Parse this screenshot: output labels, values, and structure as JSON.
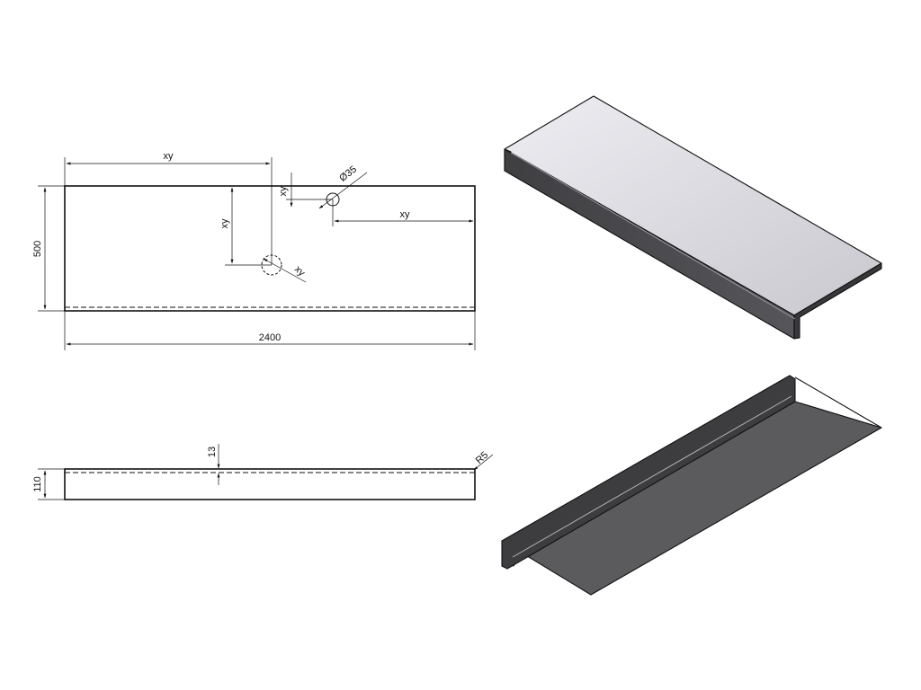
{
  "drawing": {
    "top_view": {
      "width_label": "2400",
      "depth_label": "500",
      "hole1_x_label": "xy",
      "hole1_y_label": "xy",
      "hole1_diameter_label": "xy",
      "hole2_y_label": "xy",
      "hole2_x_label": "xy",
      "hole2_diameter_label": "Ø35"
    },
    "front_view": {
      "height_label": "110",
      "thickness_label": "13",
      "radius_label": "R5"
    }
  },
  "colors": {
    "line": "#111111",
    "iso_top_face_light": "#e6e6ec",
    "iso_top_face_dark": "#c9c9cf",
    "iso_front_face": "#4b4b4f",
    "iso_side_face": "#5e5e62",
    "iso_bottom_face": "#5a5a5d",
    "iso_lip_inner": "#8d8d92"
  }
}
